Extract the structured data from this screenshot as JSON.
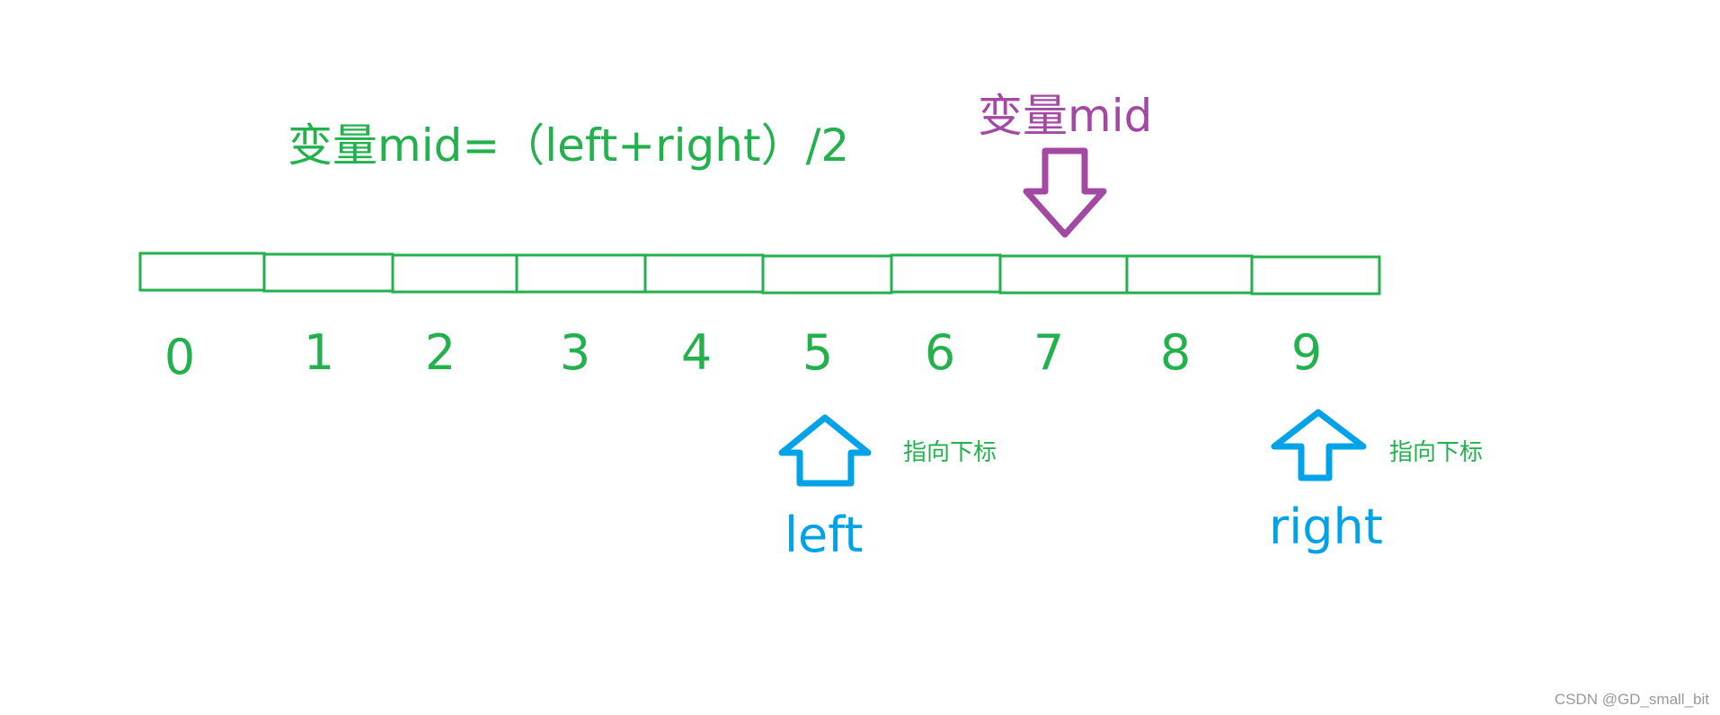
{
  "formula": "变量mid=（left+right）/2",
  "mid_label": "变量mid",
  "indices": [
    "0",
    "1",
    "2",
    "3",
    "4",
    "5",
    "6",
    "7",
    "8",
    "9"
  ],
  "left_pointer": {
    "label": "left",
    "note": "指向下标",
    "index": 5
  },
  "right_pointer": {
    "label": "right",
    "note": "指向下标",
    "index": 9
  },
  "mid_pointer": {
    "index": 7
  },
  "watermark": "CSDN @GD_small_bit",
  "colors": {
    "green": "#22b14c",
    "purple": "#a349a4",
    "blue": "#00a2e8",
    "gray": "#999999"
  }
}
